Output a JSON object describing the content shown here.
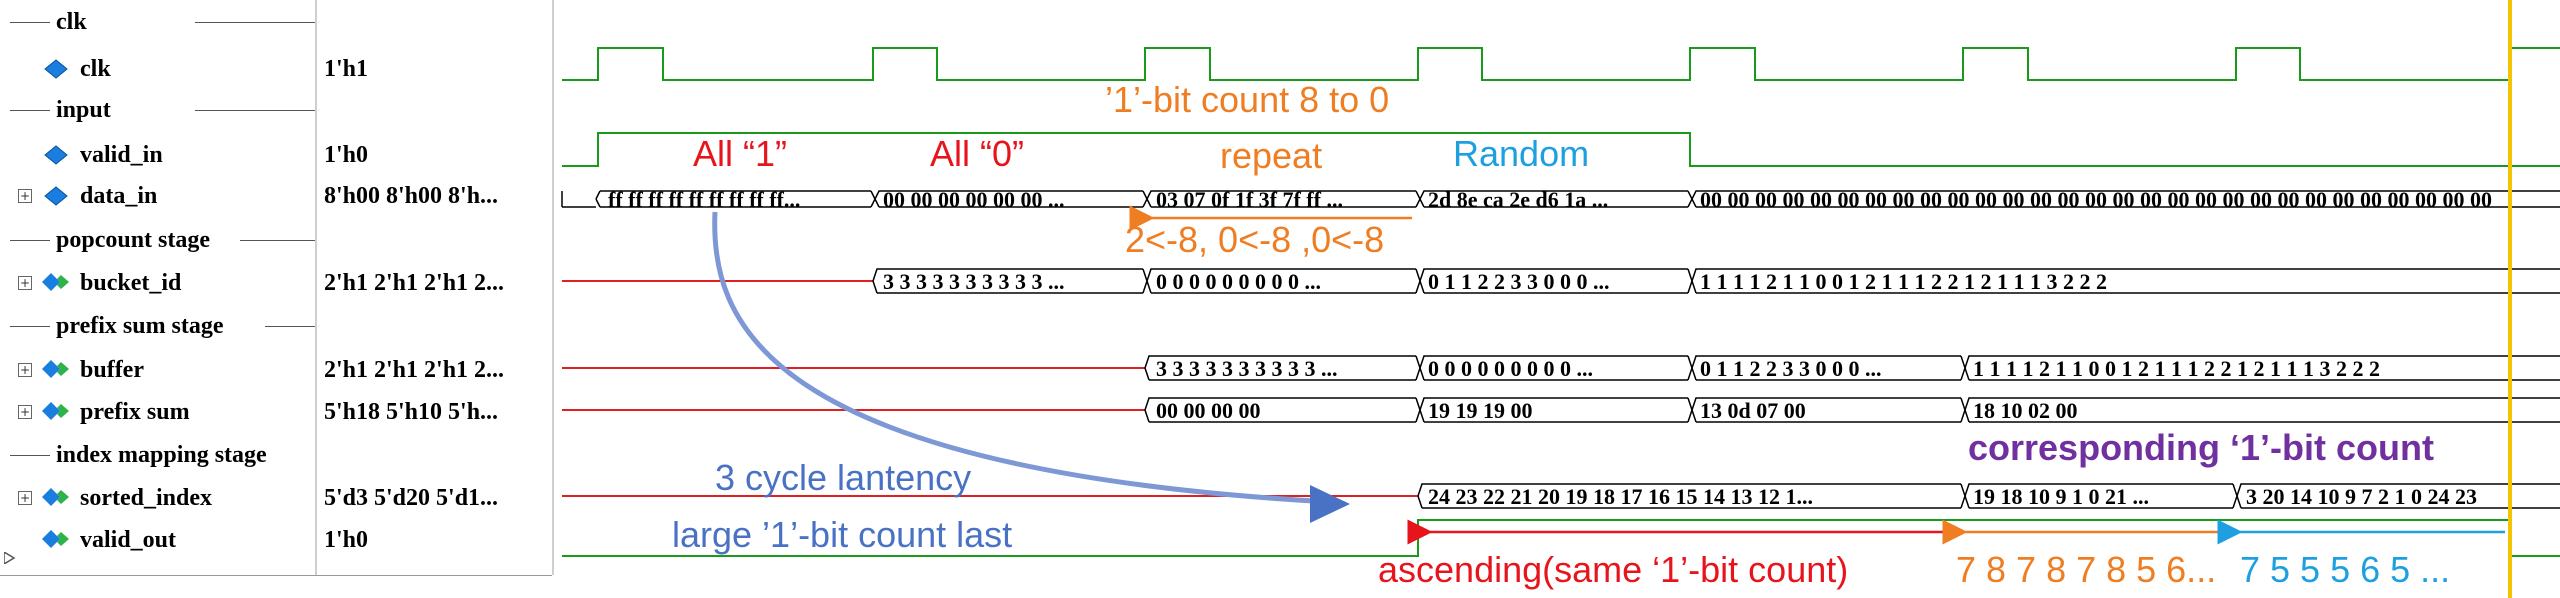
{
  "names": {
    "group_clk": "clk",
    "clk": "clk",
    "group_input": "input",
    "valid_in": "valid_in",
    "data_in": "data_in",
    "group_popcount": "popcount stage",
    "bucket_id": "bucket_id",
    "group_prefix": "prefix sum stage",
    "buffer": "buffer",
    "prefix_sum": "prefix sum",
    "group_index": "index mapping stage",
    "sorted_index": "sorted_index",
    "valid_out": "valid_out"
  },
  "values": {
    "clk": "1'h1",
    "valid_in": "1'h0",
    "data_in": "8'h00 8'h00 8'h...",
    "bucket_id": "2'h1 2'h1 2'h1 2...",
    "buffer": "2'h1 2'h1 2'h1 2...",
    "prefix_sum": "5'h18 5'h10 5'h...",
    "sorted_index": "5'd3 5'd20 5'd1...",
    "valid_out": "1'h0"
  },
  "bus": {
    "data_in": [
      "ff ff ff ff ff ff ff ff ff...",
      "00 00 00 00 00 00 ...",
      "03 07 0f 1f 3f 7f ff ...",
      "2d 8e ca 2e d6 1a ...",
      "00 00 00 00 00 00 00 00 00 00 00 00 00 00 00 00 00 00 00 00 00 00 00 00 00 00 00 00 00"
    ],
    "bucket_id": [
      "3 3 3 3 3 3 3 3 3 3 ...",
      "0 0 0 0 0 0 0 0 0 ...",
      "0 1 1 2 2 3 3 0 0 0 ...",
      "1 1 1 1 2 1 1 0 0 1 2 1 1 1 2 2 1 2 1 1 1 3 2 2 2"
    ],
    "buffer": [
      "3 3 3 3 3 3 3 3 3 3 ...",
      "0 0 0 0 0 0 0 0 0 ...",
      "0 1 1 2 2 3 3 0 0 0 ...",
      "1 1 1 1 2 1 1 0 0 1 2 1 1 1 2 2 1 2 1 1 1 3 2 2 2"
    ],
    "prefix_sum": [
      "00 00 00 00",
      "19 19 19 00",
      "13 0d 07 00",
      "18 10 02 00"
    ],
    "sorted_index": [
      "24 23 22 21 20 19 18 17 16 15 14 13 12 1...",
      "19 18 10 9 1 0 21 ...",
      "3 20 14 10 9 7 2 1 0 24 23"
    ]
  },
  "annotations": {
    "bit_count": "’1’-bit count 8 to 0",
    "all1": "All “1”",
    "all0": "All “0”",
    "repeat": "repeat",
    "random": "Random",
    "shift": "2<-8, 0<-8 ,0<-8",
    "corresponding": "corresponding ‘1’-bit count",
    "latency": "3 cycle lantency",
    "large_last": "large ’1’-bit count last",
    "ascending": "ascending(same ‘1’-bit count)",
    "seq_orange": "7 8 7 8 7 8 5 6...",
    "seq_blue": "7 5 5 5 6 5 ..."
  },
  "colors": {
    "wave_green": "#1a9a1a",
    "x_red": "#e02020",
    "cursor_yellow": "#f2c500",
    "annot_orange": "#ef7d22",
    "annot_red": "#e8141c",
    "annot_blue": "#1ea0e0",
    "annot_steel": "#4a72c4",
    "annot_purple": "#7030a0",
    "arrow_blue": "#7e98d6"
  }
}
